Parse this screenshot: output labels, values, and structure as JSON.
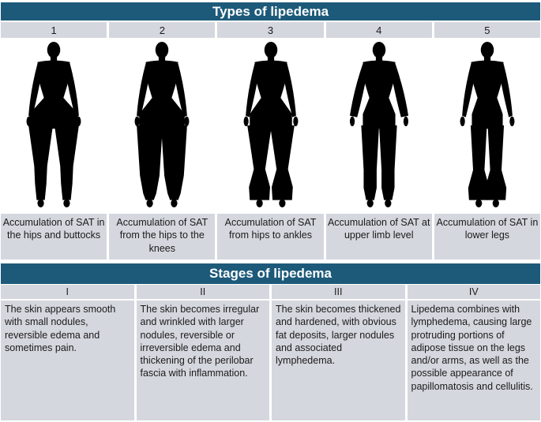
{
  "types": {
    "title": "Types of lipedema",
    "items": [
      {
        "number": "1",
        "description": "Accumulation of SAT in the hips and buttocks",
        "icon": "body-silhouette-hips-buttocks-icon"
      },
      {
        "number": "2",
        "description": "Accumulation of SAT from the hips to the knees",
        "icon": "body-silhouette-hips-to-knees-icon"
      },
      {
        "number": "3",
        "description": "Accumulation of SAT from hips to ankles",
        "icon": "body-silhouette-hips-to-ankles-icon"
      },
      {
        "number": "4",
        "description": "Accumulation of SAT at upper limb level",
        "icon": "body-silhouette-upper-limbs-icon"
      },
      {
        "number": "5",
        "description": "Accumulation of SAT in lower legs",
        "icon": "body-silhouette-lower-legs-icon"
      }
    ]
  },
  "stages": {
    "title": "Stages of lipedema",
    "items": [
      {
        "number": "I",
        "description": "The skin appears smooth with small nodules, reversible edema and sometimes pain."
      },
      {
        "number": "II",
        "description": "The skin becomes irregular and wrinkled with larger nodules, reversible or irreversible edema and thickening of the perilobar fascia with inflammation."
      },
      {
        "number": "III",
        "description": "The skin becomes thickened and hardened, with obvious fat deposits, larger nodules and associated lymphedema."
      },
      {
        "number": "IV",
        "description": "Lipedema combines with lymphedema, causing large protruding portions of adipose tissue on the legs and/or arms, as well as the possible appearance of papillomatosis and cellulitis."
      }
    ]
  },
  "colors": {
    "header_bg": "#1d5a7a",
    "header_text": "#ffffff",
    "cell_bg": "#d5d7de",
    "silhouette": "#000000"
  }
}
